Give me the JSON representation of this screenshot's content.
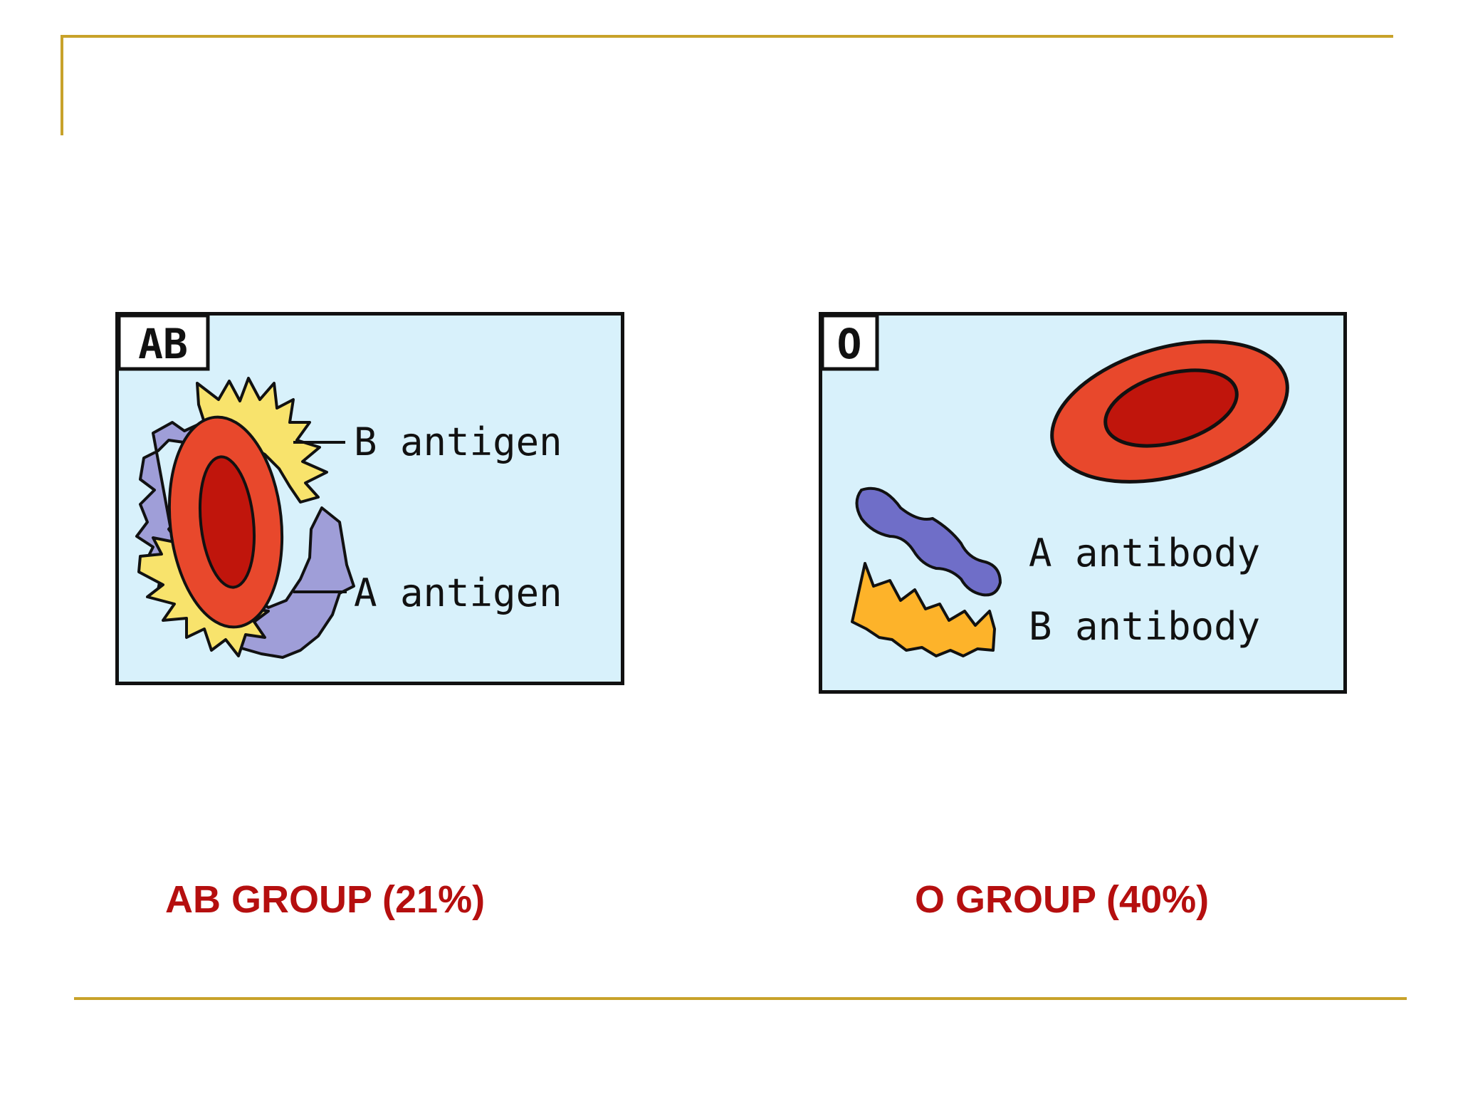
{
  "slide": {
    "accent_color": "#c8a22a"
  },
  "panels": {
    "ab": {
      "badge": "AB",
      "labels": [
        "B antigen",
        "A antigen"
      ],
      "caption": "AB GROUP (21%)"
    },
    "o": {
      "badge": "O",
      "labels": [
        "A antibody",
        "B antibody"
      ],
      "caption": "O GROUP (40%)"
    }
  },
  "colors": {
    "panel_bg": "#d8f1fb",
    "cell_outer": "#e8482c",
    "cell_inner": "#c0150c",
    "antigen_b": "#f8e36c",
    "antigen_a": "#9f9ed8",
    "antibody_a": "#6f6ec8",
    "antibody_b": "#fdb32a",
    "caption": "#b50f0f"
  }
}
